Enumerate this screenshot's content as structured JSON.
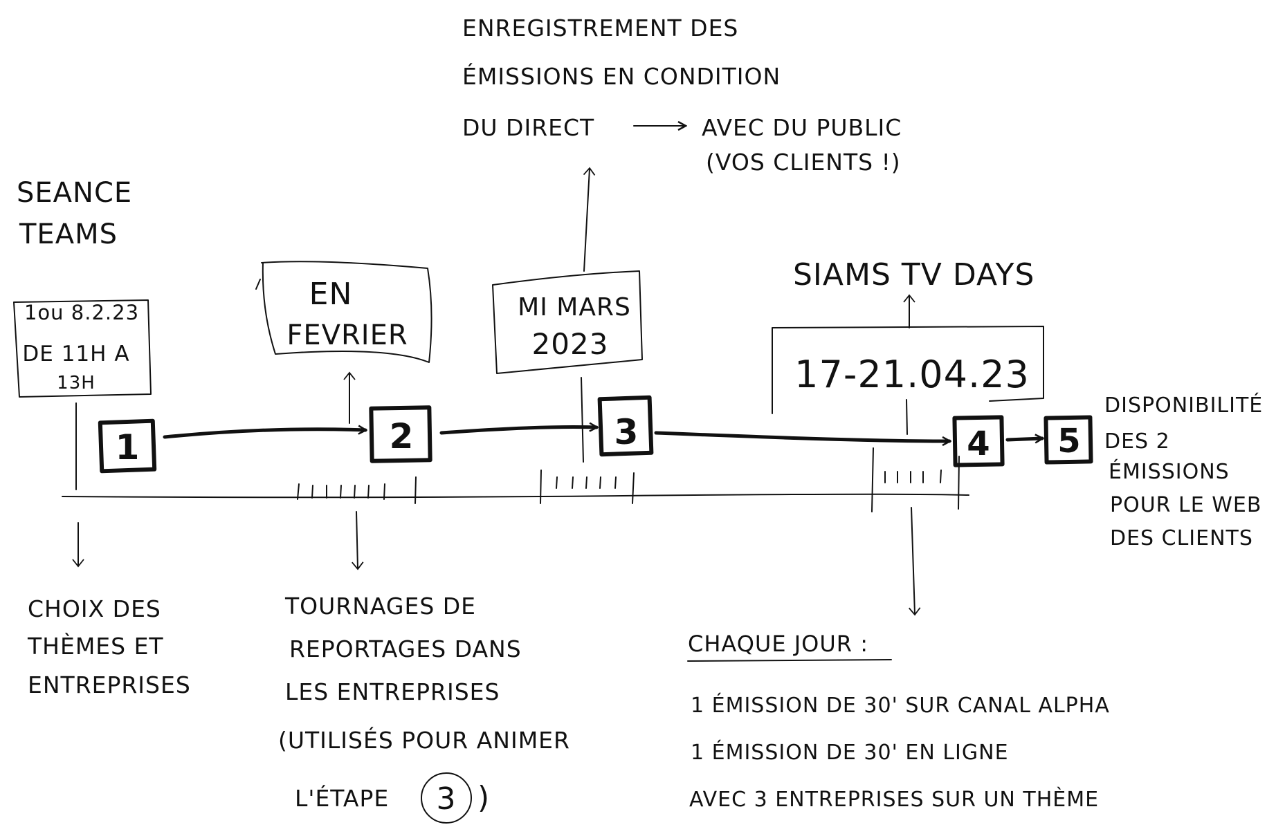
{
  "steps": [
    {
      "number": "1"
    },
    {
      "number": "2"
    },
    {
      "number": "3"
    },
    {
      "number": "4"
    },
    {
      "number": "5"
    }
  ],
  "step1": {
    "header": [
      "SEANCE",
      "TEAMS"
    ],
    "box": [
      "1ou 8.2.23",
      "DE 11H A",
      "13H"
    ],
    "below": [
      "CHOIX DES",
      "THÈMES ET",
      "ENTREPRISES"
    ]
  },
  "step2": {
    "box": [
      "EN",
      "FEVRIER"
    ],
    "below": [
      "TOURNAGES DE",
      "REPORTAGES DANS",
      "LES ENTREPRISES",
      "(UTILISÉS POUR ANIMER",
      "L'ÉTAPE"
    ],
    "circled_ref": "3",
    "close_paren": ")"
  },
  "step3": {
    "box": [
      "MI MARS",
      "2023"
    ],
    "above": [
      "ENREGISTREMENT DES",
      "ÉMISSIONS EN CONDITION",
      "DU DIRECT"
    ],
    "above_suffix": [
      "AVEC DU PUBLIC",
      "(VOS CLIENTS !)"
    ]
  },
  "step4": {
    "header": "SIAMS TV DAYS",
    "box": "17-21.04.23",
    "below_title": "CHAQUE JOUR :",
    "below": [
      "1 ÉMISSION DE 30' SUR CANAL ALPHA",
      "1 ÉMISSION DE 30' EN LIGNE",
      "AVEC 3 ENTREPRISES SUR UN THÈME"
    ]
  },
  "step5": {
    "right": [
      "DISPONIBILITÉ",
      "DES 2",
      "ÉMISSIONS",
      "POUR LE WEB",
      "DES CLIENTS"
    ]
  }
}
